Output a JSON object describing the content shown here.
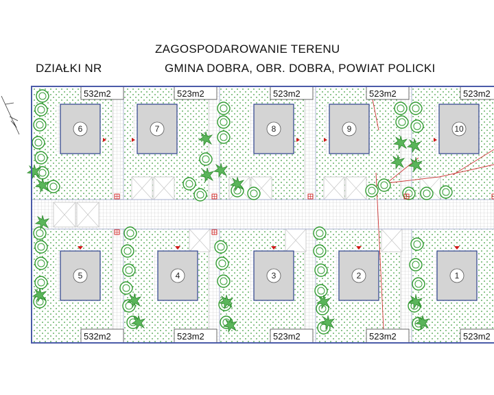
{
  "title": {
    "line1": "ZAGOSPODAROWANIE TERENU",
    "left": "DZIAŁKI NR",
    "right": "GMINA DOBRA, OBR. DOBRA, POWIAT POLICKI"
  },
  "lots_top": [
    {
      "number": "6",
      "area": "532m2"
    },
    {
      "number": "7",
      "area": "523m2"
    },
    {
      "number": "8",
      "area": "523m2"
    },
    {
      "number": "9",
      "area": "523m2"
    },
    {
      "number": "10",
      "area": "523m2"
    }
  ],
  "lots_bottom": [
    {
      "number": "5",
      "area": "532m2"
    },
    {
      "number": "4",
      "area": "523m2"
    },
    {
      "number": "3",
      "area": "523m2"
    },
    {
      "number": "2",
      "area": "523m2"
    },
    {
      "number": "1",
      "area": "523m2"
    }
  ],
  "colors": {
    "border": "#4a5aa8",
    "grass_dot": "#3a9a3a",
    "tree": "#2e9a2e",
    "house_fill": "#d4d4d4",
    "house_stroke": "#2a3f8a",
    "paving": "#c8c8c8",
    "marker": "#d11a1a",
    "utility_line": "#cc3333"
  }
}
